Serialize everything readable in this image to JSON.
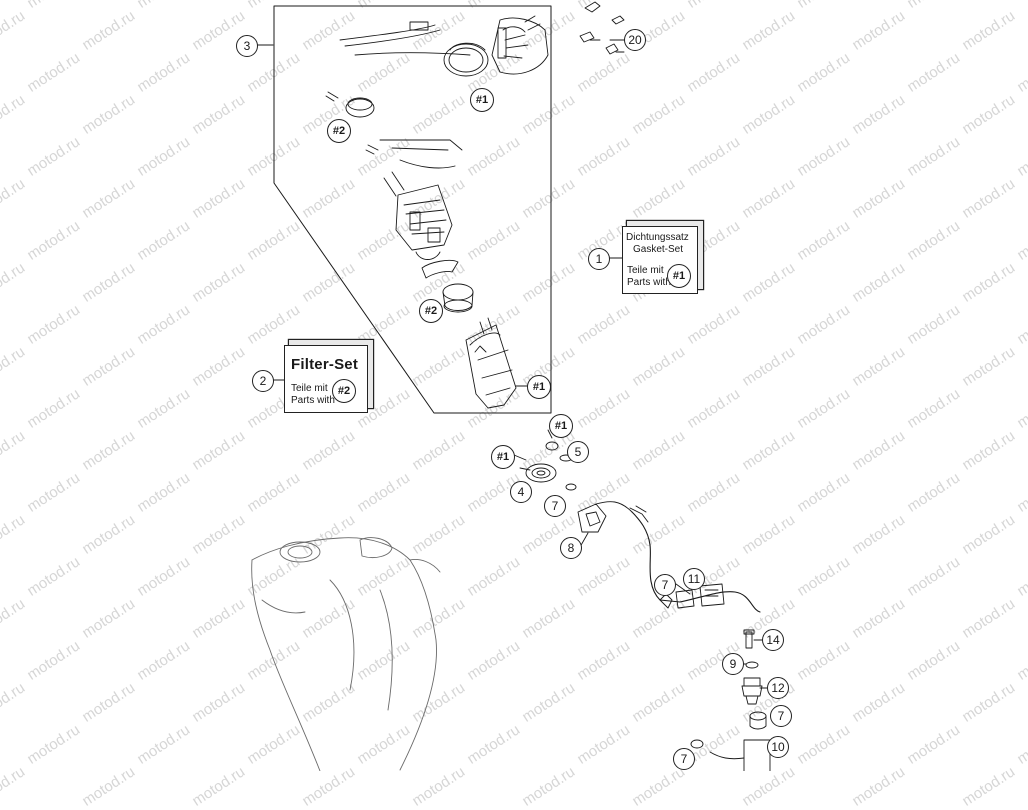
{
  "watermark": "motod.ru",
  "kits": {
    "gasket": {
      "callout": "1",
      "line1": "Dichtungssatz",
      "line2": "Gasket-Set",
      "line3": "Teile mit",
      "line4": "Parts with",
      "ref": "#1"
    },
    "filter": {
      "callout": "2",
      "title": "Filter-Set",
      "line3": "Teile mit",
      "line4": "Parts with",
      "ref": "#2"
    }
  },
  "assembly_callout": "3",
  "callouts": {
    "c4": "4",
    "c5": "5",
    "c7a": "7",
    "c7b": "7",
    "c7c": "7",
    "c7d": "7",
    "c8": "8",
    "c9": "9",
    "c10": "10",
    "c11": "11",
    "c12": "12",
    "c14": "14",
    "c20": "20"
  },
  "ref_tags": {
    "r1a": "#1",
    "r2a": "#2",
    "r2b": "#2",
    "r1b": "#1",
    "r1c": "#1",
    "r1d": "#1"
  },
  "colors": {
    "line": "#1a1a1a",
    "watermark": "#d6d6d6",
    "box_shadow": "#e9e9e9"
  }
}
